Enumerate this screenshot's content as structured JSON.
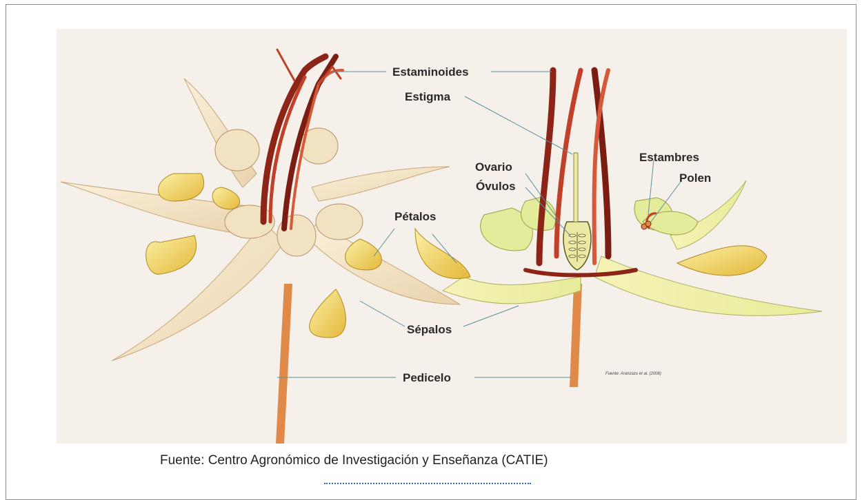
{
  "labels": {
    "estaminoides": "Estaminoides",
    "estigma": "Estigma",
    "ovario": "Ovario",
    "ovulos": "Óvulos",
    "estambres": "Estambres",
    "polen": "Polen",
    "petalos": "Pétalos",
    "sepalos": "Sépalos",
    "pedicelo": "Pedicelo"
  },
  "figure_source": "Fuente: Aranzazu et al. (2008)",
  "caption": "Fuente: Centro Agronómico de Investigación y Enseñanza (CATIE)",
  "colors": {
    "background": "#f5f0ea",
    "sepal": "#f3e3c4",
    "petal_yellow": "#f1d65a",
    "staminode_red": "#c0402a",
    "staminode_dark": "#7a1e14",
    "pedicel": "#e08a4a",
    "cut_section": "#f3efa8",
    "leader": "#5a8f9a"
  }
}
